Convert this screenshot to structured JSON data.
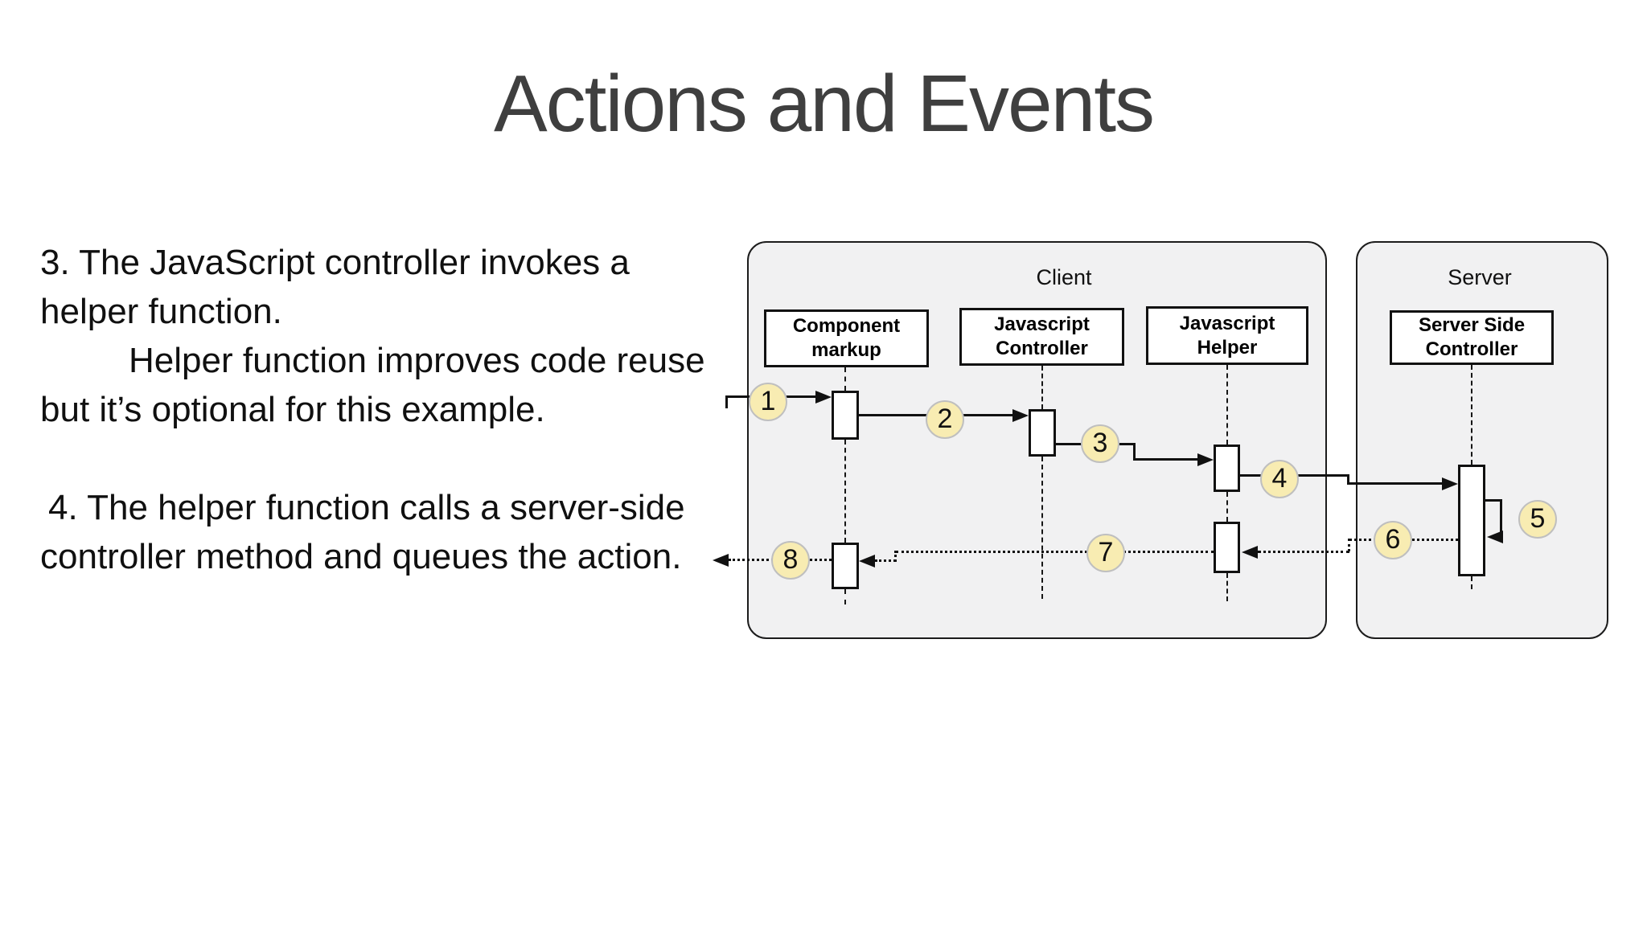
{
  "title": "Actions and Events",
  "colors": {
    "title_text": "#3f3f3f",
    "body_text": "#101010",
    "panel_fill": "#f1f1f2",
    "panel_border": "#1c1c1c",
    "badge_fill": "#f8ecb2",
    "badge_border": "#bfbfbf",
    "line": "#111111"
  },
  "notes": {
    "lines": [
      "3. The JavaScript controller invokes a",
      "helper function.",
      "Helper function improves code reuse",
      "but it’s optional for this example.",
      "",
      "4. The helper function calls a server-side",
      "controller method and queues the action."
    ]
  },
  "diagram": {
    "client": {
      "label": "Client",
      "actors": [
        {
          "line1": "Component",
          "line2": "markup"
        },
        {
          "line1": "Javascript",
          "line2": "Controller"
        },
        {
          "line1": "Javascript",
          "line2": "Helper"
        }
      ]
    },
    "server": {
      "label": "Server",
      "actors": [
        {
          "line1": "Server Side",
          "line2": "Controller"
        }
      ]
    },
    "steps": [
      "1",
      "2",
      "3",
      "4",
      "5",
      "6",
      "7",
      "8"
    ]
  }
}
